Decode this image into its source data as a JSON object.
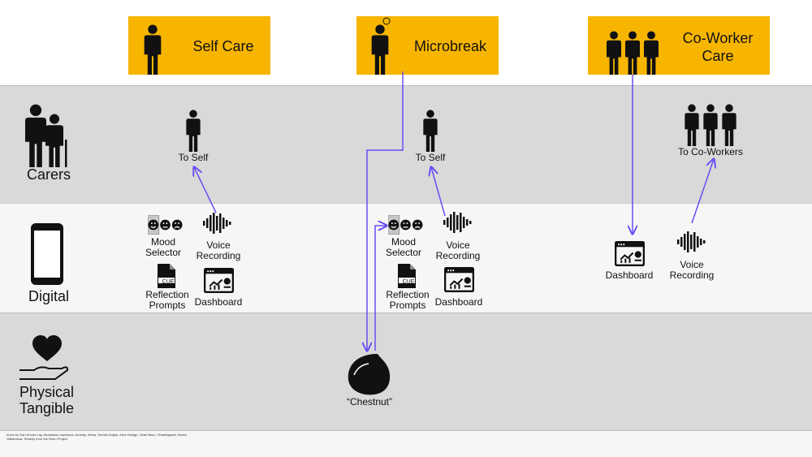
{
  "headers": {
    "self_care": "Self Care",
    "microbreak": "Microbreak",
    "coworker": "Co-Worker Care"
  },
  "rows": {
    "carers": "Carers",
    "digital": "Digital",
    "physical": "Physical Tangible"
  },
  "self_care": {
    "to_self": "To Self",
    "mood": "Mood Selector",
    "voice": "Voice Recording",
    "reflection": "Reflection Prompts",
    "dashboard": "Dashboard"
  },
  "microbreak": {
    "to_self": "To Self",
    "mood": "Mood Selector",
    "voice": "Voice Recording",
    "reflection": "Reflection Prompts",
    "dashboard": "Dashboard",
    "chestnut": "“Chestnut”"
  },
  "coworker": {
    "to_coworkers": "To Co-Workers",
    "dashboard": "Dashboard",
    "voice": "Voice Recording"
  },
  "cue_label": "CUE",
  "footer": "Icons by Gan Khoon Lay, Anastasia Latysheva, Andrejs, Alena, Serhat Doğan, Alice Design, Okan Benn, Shashiagami, Marco Galtarossa, Shastry from the Noun Project",
  "colors": {
    "header": "#f7b500",
    "arrow": "#6b4cf5",
    "band_dark": "#d9d9d9",
    "band_light": "#f6f6f6"
  }
}
